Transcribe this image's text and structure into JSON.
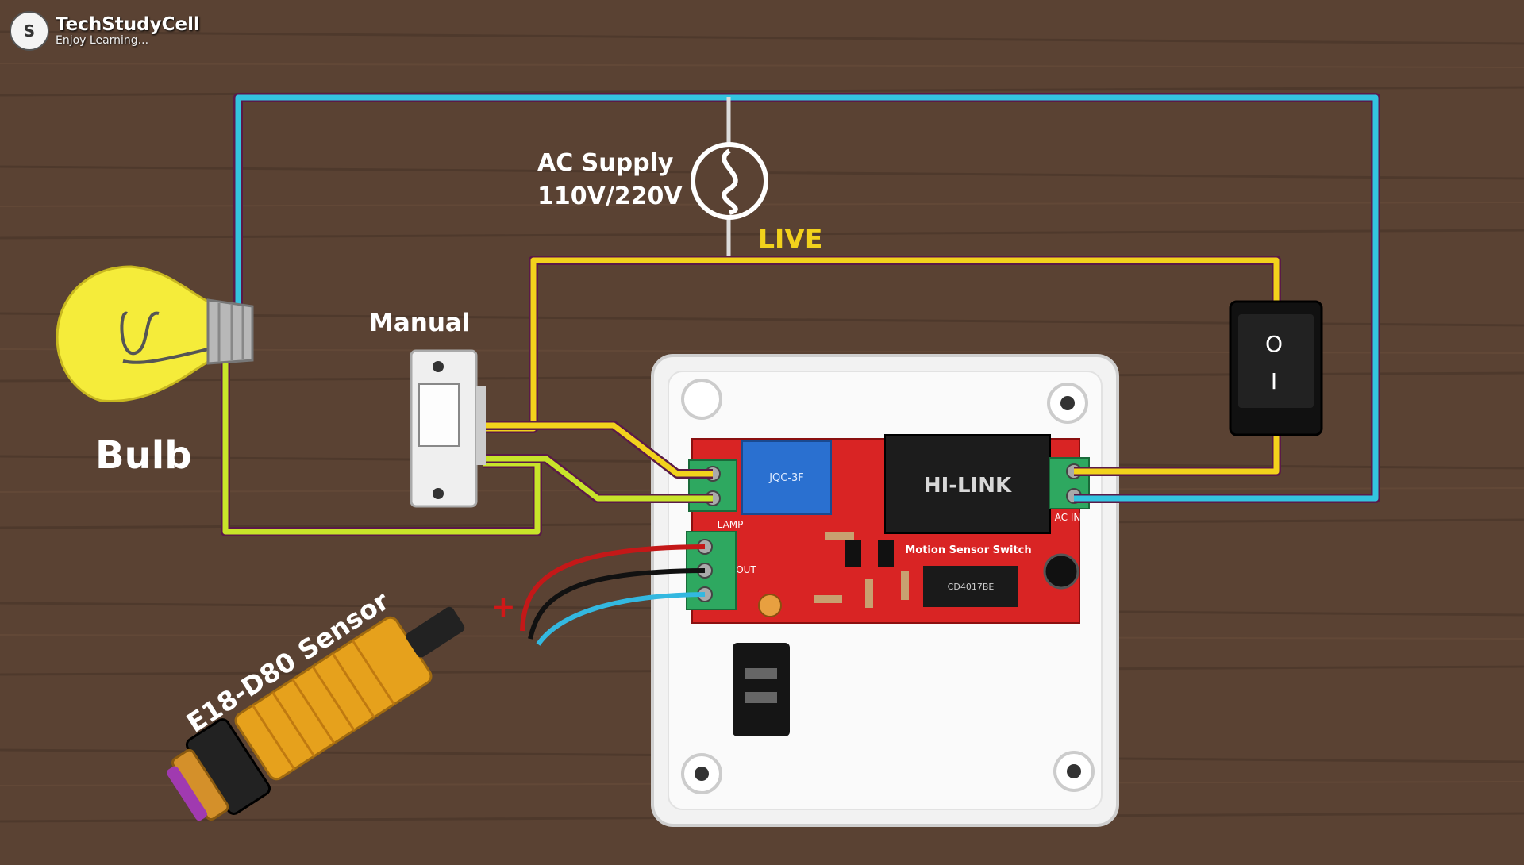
{
  "brand": {
    "name": "TechStudyCell",
    "tagline": "Enjoy Learning...",
    "badge_text": "S"
  },
  "labels": {
    "ac_supply_line1": "AC Supply",
    "ac_supply_line2": "110V/220V",
    "live": "LIVE",
    "manual": "Manual",
    "bulb": "Bulb",
    "sensor": "E18-D80 Sensor",
    "plus": "+"
  },
  "board_text": {
    "module": "HI-LINK",
    "title": "Motion Sensor Switch",
    "chip": "CD4017BE",
    "relay": "JQC-3F",
    "lamp": "LAMP",
    "ac_in": "AC IN",
    "out": "OUT"
  },
  "rocker": {
    "top_symbol": "O",
    "bottom_symbol": "I"
  },
  "colors": {
    "neutral_wire": "#33c4e0",
    "live_wire": "#f2d21c",
    "load_wire": "#c8e42a",
    "wire_outline": "#5a1a48",
    "live_label": "#f2d21c",
    "pcb": "#d92424",
    "enclosure": "#f2f2f2",
    "bulb": "#f5ec3a",
    "sensor_body": "#e6a11c",
    "wood": "#5a4233"
  },
  "icons": [
    "ac-source-icon",
    "bulb-icon",
    "rocker-switch-icon",
    "wall-switch-icon",
    "pir-sensor-icon"
  ]
}
